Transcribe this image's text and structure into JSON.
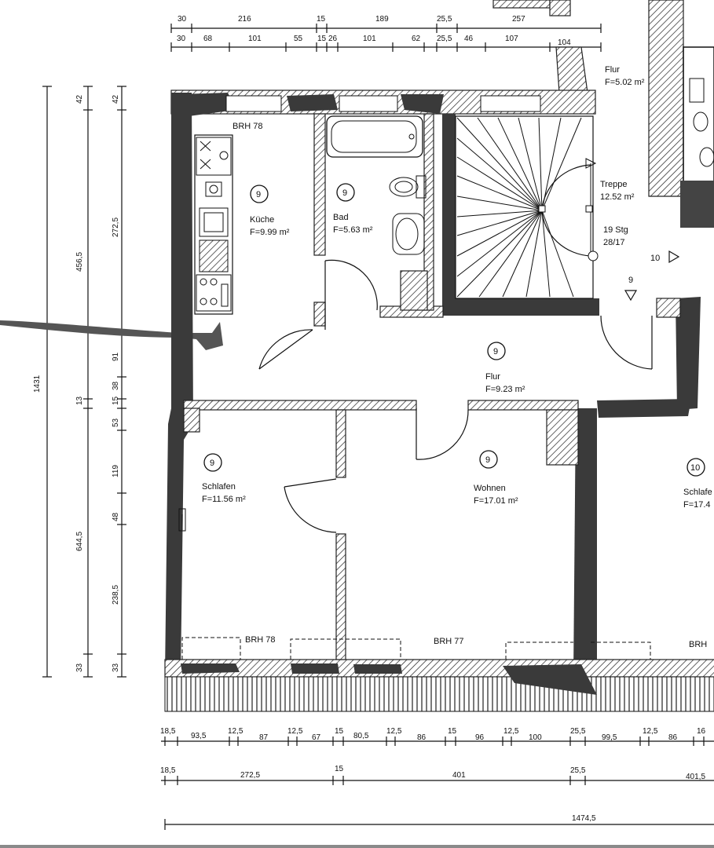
{
  "dims_top_row1": [
    "30",
    "216",
    "15",
    "189",
    "25,5",
    "257"
  ],
  "dims_top_row2": [
    "30",
    "68",
    "101",
    "55",
    "15",
    "26",
    "101",
    "62",
    "25,5",
    "46",
    "107",
    "104"
  ],
  "dims_left_outer": [
    "1431"
  ],
  "dims_left_mid": [
    "42",
    "456,5",
    "13",
    "644,5",
    "33"
  ],
  "dims_left_inner": [
    "42",
    "272,5",
    "91",
    "38",
    "15",
    "53",
    "119",
    "48",
    "238,5",
    "33"
  ],
  "dims_bottom_row1": [
    "18,5",
    "93,5",
    "12,5",
    "87",
    "12,5",
    "67",
    "15",
    "80,5",
    "12,5",
    "86",
    "15",
    "96",
    "12,5",
    "100",
    "25,5",
    "99,5",
    "12,5",
    "86",
    "16"
  ],
  "dims_bottom_row2": [
    "18,5",
    "272,5",
    "15",
    "401",
    "25,5",
    "401,5"
  ],
  "dims_bottom_total": "1474,5",
  "rooms": {
    "kueche": {
      "number": "9",
      "name": "Küche",
      "area": "F=9.99 m²"
    },
    "bad": {
      "number": "9",
      "name": "Bad",
      "area": "F=5.63 m²"
    },
    "flur_top": {
      "name": "Flur",
      "area": "F=5.02 m²"
    },
    "treppe": {
      "name": "Treppe",
      "area": "12.52 m²",
      "steps": "19 Stg",
      "ratio": "28/17"
    },
    "flur": {
      "number": "9",
      "name": "Flur",
      "area": "F=9.23 m²"
    },
    "schlafen": {
      "number": "9",
      "name": "Schlafen",
      "area": "F=11.56 m²"
    },
    "wohnen": {
      "number": "9",
      "name": "Wohnen",
      "area": "F=17.01 m²"
    },
    "schlafen_right": {
      "number": "10",
      "name": "Schlafe",
      "area": "F=17.4"
    }
  },
  "apartment_markers": {
    "ten": "10",
    "nine": "9"
  },
  "brh_labels": [
    "BRH 78",
    "BRH 78",
    "BRH 77",
    "BRH"
  ],
  "colors": {
    "ink": "#111111",
    "wall_fill": "#3a3a3a",
    "background": "#ffffff"
  }
}
